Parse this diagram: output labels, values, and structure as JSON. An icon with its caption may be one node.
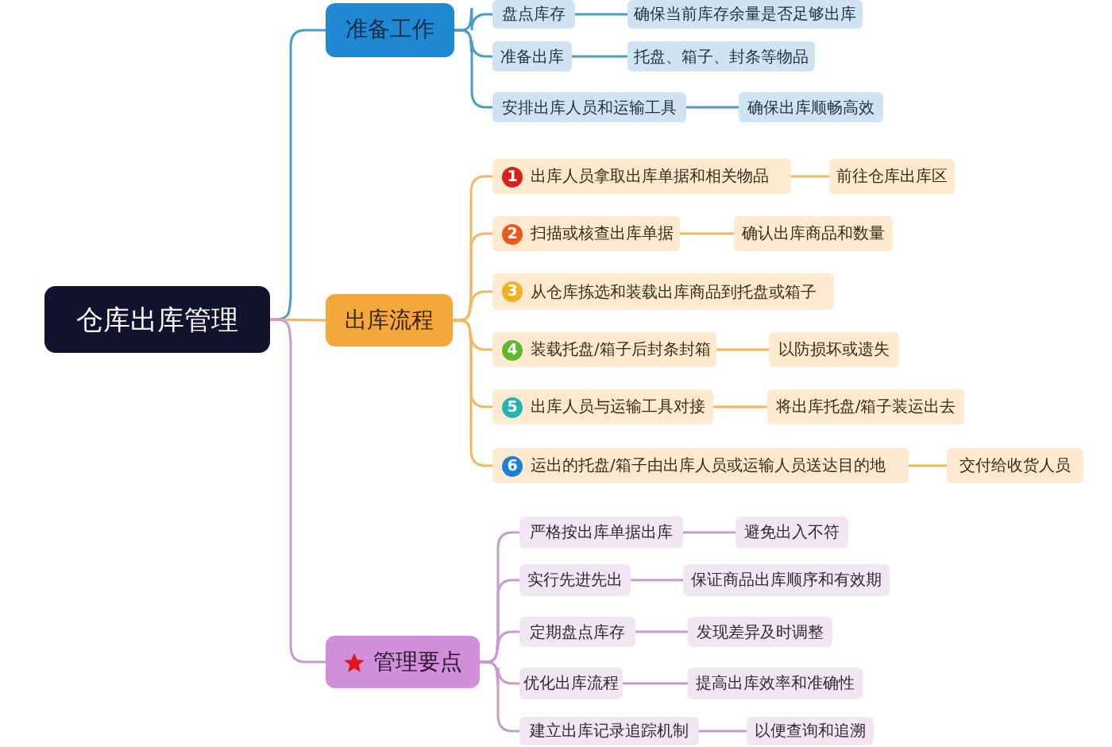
{
  "diagram": {
    "nodes": [
      {
        "text": [
          "仓库出库管理"
        ]
      },
      {
        "text": [
          "准备工作"
        ]
      },
      {
        "text": [
          "盘点库存"
        ]
      },
      {
        "text": [
          "确保当前库存余量是否足够出库"
        ]
      },
      {
        "text": [
          "准备出库"
        ]
      },
      {
        "text": [
          "托盘、箱子、封条等物品"
        ]
      },
      {
        "text": [
          "安排出库人员和运输工具"
        ]
      },
      {
        "text": [
          "确保出库顺畅高效"
        ]
      },
      {
        "text": [
          "出库流程"
        ]
      },
      {
        "text": [
          "1",
          "出库人员拿取出库单据和相关物品"
        ]
      },
      {
        "text": [
          "前往仓库出库区"
        ]
      },
      {
        "text": [
          "2",
          "扫描或核查出库单据"
        ]
      },
      {
        "text": [
          "确认出库商品和数量"
        ]
      },
      {
        "text": [
          "3",
          "从仓库拣选和装载出库商品到托盘或箱子"
        ]
      },
      {
        "text": [
          "4",
          "装载托盘/箱子后封条封箱"
        ]
      },
      {
        "text": [
          "以防损坏或遗失"
        ]
      },
      {
        "text": [
          "5",
          "出库人员与运输工具对接"
        ]
      },
      {
        "text": [
          "将出库托盘/箱子装运出去"
        ]
      },
      {
        "text": [
          "6",
          "运出的托盘/箱子由出库人员或运输人员送达目的地"
        ]
      },
      {
        "text": [
          "交付给收货人员"
        ]
      },
      {
        "text": [
          "管理要点"
        ]
      },
      {
        "text": [
          "严格按出库单据出库"
        ]
      },
      {
        "text": [
          "避免出入不符"
        ]
      },
      {
        "text": [
          "实行先进先出"
        ]
      },
      {
        "text": [
          "保证商品出库顺序和有效期"
        ]
      },
      {
        "text": [
          "定期盘点库存"
        ]
      },
      {
        "text": [
          "发现差异及时调整"
        ]
      },
      {
        "text": [
          "优化出库流程"
        ]
      },
      {
        "text": [
          "提高出库效率和准确性"
        ]
      },
      {
        "text": [
          "建立出库记录追踪机制"
        ]
      },
      {
        "text": [
          "以便查询和追溯"
        ]
      }
    ],
    "edges": [
      {
        "from": 0,
        "to": 1,
        "arrow": "none",
        "color": "#4a9cc8"
      },
      {
        "from": 1,
        "to": 2,
        "arrow": "none",
        "color": "#4a9cc8"
      },
      {
        "from": 2,
        "to": 3,
        "arrow": "none",
        "color": "#4a9cc8"
      },
      {
        "from": 1,
        "to": 4,
        "arrow": "none",
        "color": "#4a9cc8"
      },
      {
        "from": 4,
        "to": 5,
        "arrow": "none",
        "color": "#4a9cc8"
      },
      {
        "from": 1,
        "to": 6,
        "arrow": "none",
        "color": "#4a9cc8"
      },
      {
        "from": 6,
        "to": 7,
        "arrow": "none",
        "color": "#4a9cc8"
      },
      {
        "from": 0,
        "to": 8,
        "arrow": "none",
        "color": "#f0b860"
      },
      {
        "from": 8,
        "to": 9,
        "arrow": "none",
        "color": "#f0b860"
      },
      {
        "from": 9,
        "to": 10,
        "arrow": "none",
        "color": "#f0b860"
      },
      {
        "from": 8,
        "to": 11,
        "arrow": "none",
        "color": "#f0b860"
      },
      {
        "from": 11,
        "to": 12,
        "arrow": "none",
        "color": "#f0b860"
      },
      {
        "from": 8,
        "to": 13,
        "arrow": "none",
        "color": "#f0b860"
      },
      {
        "from": 8,
        "to": 14,
        "arrow": "none",
        "color": "#f0b860"
      },
      {
        "from": 14,
        "to": 15,
        "arrow": "none",
        "color": "#f0b860"
      },
      {
        "from": 8,
        "to": 16,
        "arrow": "none",
        "color": "#f0b860"
      },
      {
        "from": 16,
        "to": 17,
        "arrow": "none",
        "color": "#f0b860"
      },
      {
        "from": 8,
        "to": 18,
        "arrow": "none",
        "color": "#f0b860"
      },
      {
        "from": 18,
        "to": 19,
        "arrow": "none",
        "color": "#f0b860"
      },
      {
        "from": 0,
        "to": 20,
        "arrow": "none",
        "color": "#c99ad0"
      },
      {
        "from": 20,
        "to": 21,
        "arrow": "none",
        "color": "#c99ad0"
      },
      {
        "from": 21,
        "to": 22,
        "arrow": "none",
        "color": "#c99ad0"
      },
      {
        "from": 20,
        "to": 23,
        "arrow": "none",
        "color": "#c99ad0"
      },
      {
        "from": 23,
        "to": 24,
        "arrow": "none",
        "color": "#c99ad0"
      },
      {
        "from": 20,
        "to": 25,
        "arrow": "none",
        "color": "#c99ad0"
      },
      {
        "from": 25,
        "to": 26,
        "arrow": "none",
        "color": "#c99ad0"
      },
      {
        "from": 20,
        "to": 27,
        "arrow": "none",
        "color": "#c99ad0"
      },
      {
        "from": 27,
        "to": 28,
        "arrow": "none",
        "color": "#c99ad0"
      },
      {
        "from": 20,
        "to": 29,
        "arrow": "none",
        "color": "#c99ad0"
      },
      {
        "from": 29,
        "to": 30,
        "arrow": "none",
        "color": "#c99ad0"
      }
    ]
  }
}
